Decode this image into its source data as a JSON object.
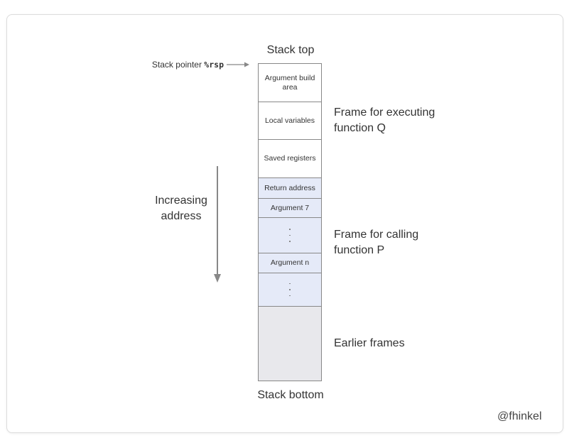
{
  "diagram": {
    "stack_top": "Stack top",
    "stack_bottom": "Stack bottom",
    "stack_pointer": {
      "prefix": "Stack pointer ",
      "register": "%rsp"
    },
    "cells": [
      {
        "label": "Argument build area",
        "style": "white"
      },
      {
        "label": "Local variables",
        "style": "white"
      },
      {
        "label": "Saved registers",
        "style": "white"
      },
      {
        "label": "Return address",
        "style": "blue"
      },
      {
        "label": "Argument 7",
        "style": "blue"
      },
      {
        "label": "",
        "style": "blue",
        "dots": true
      },
      {
        "label": "Argument n",
        "style": "blue"
      },
      {
        "label": "",
        "style": "blue",
        "dots": true
      },
      {
        "label": "",
        "style": "gray"
      }
    ],
    "frame_q": {
      "line1": "Frame for executing",
      "line2": "function Q"
    },
    "frame_p": {
      "line1": "Frame for calling",
      "line2": "function P"
    },
    "earlier_frames": "Earlier frames",
    "increasing_address": {
      "line1": "Increasing",
      "line2": "address"
    },
    "watermark": "@fhinkel",
    "colors": {
      "white_cell": "#ffffff",
      "blue_cell": "#e5eaf8",
      "gray_cell": "#e8e8ec",
      "border": "#888888",
      "arrow": "#888888"
    }
  }
}
